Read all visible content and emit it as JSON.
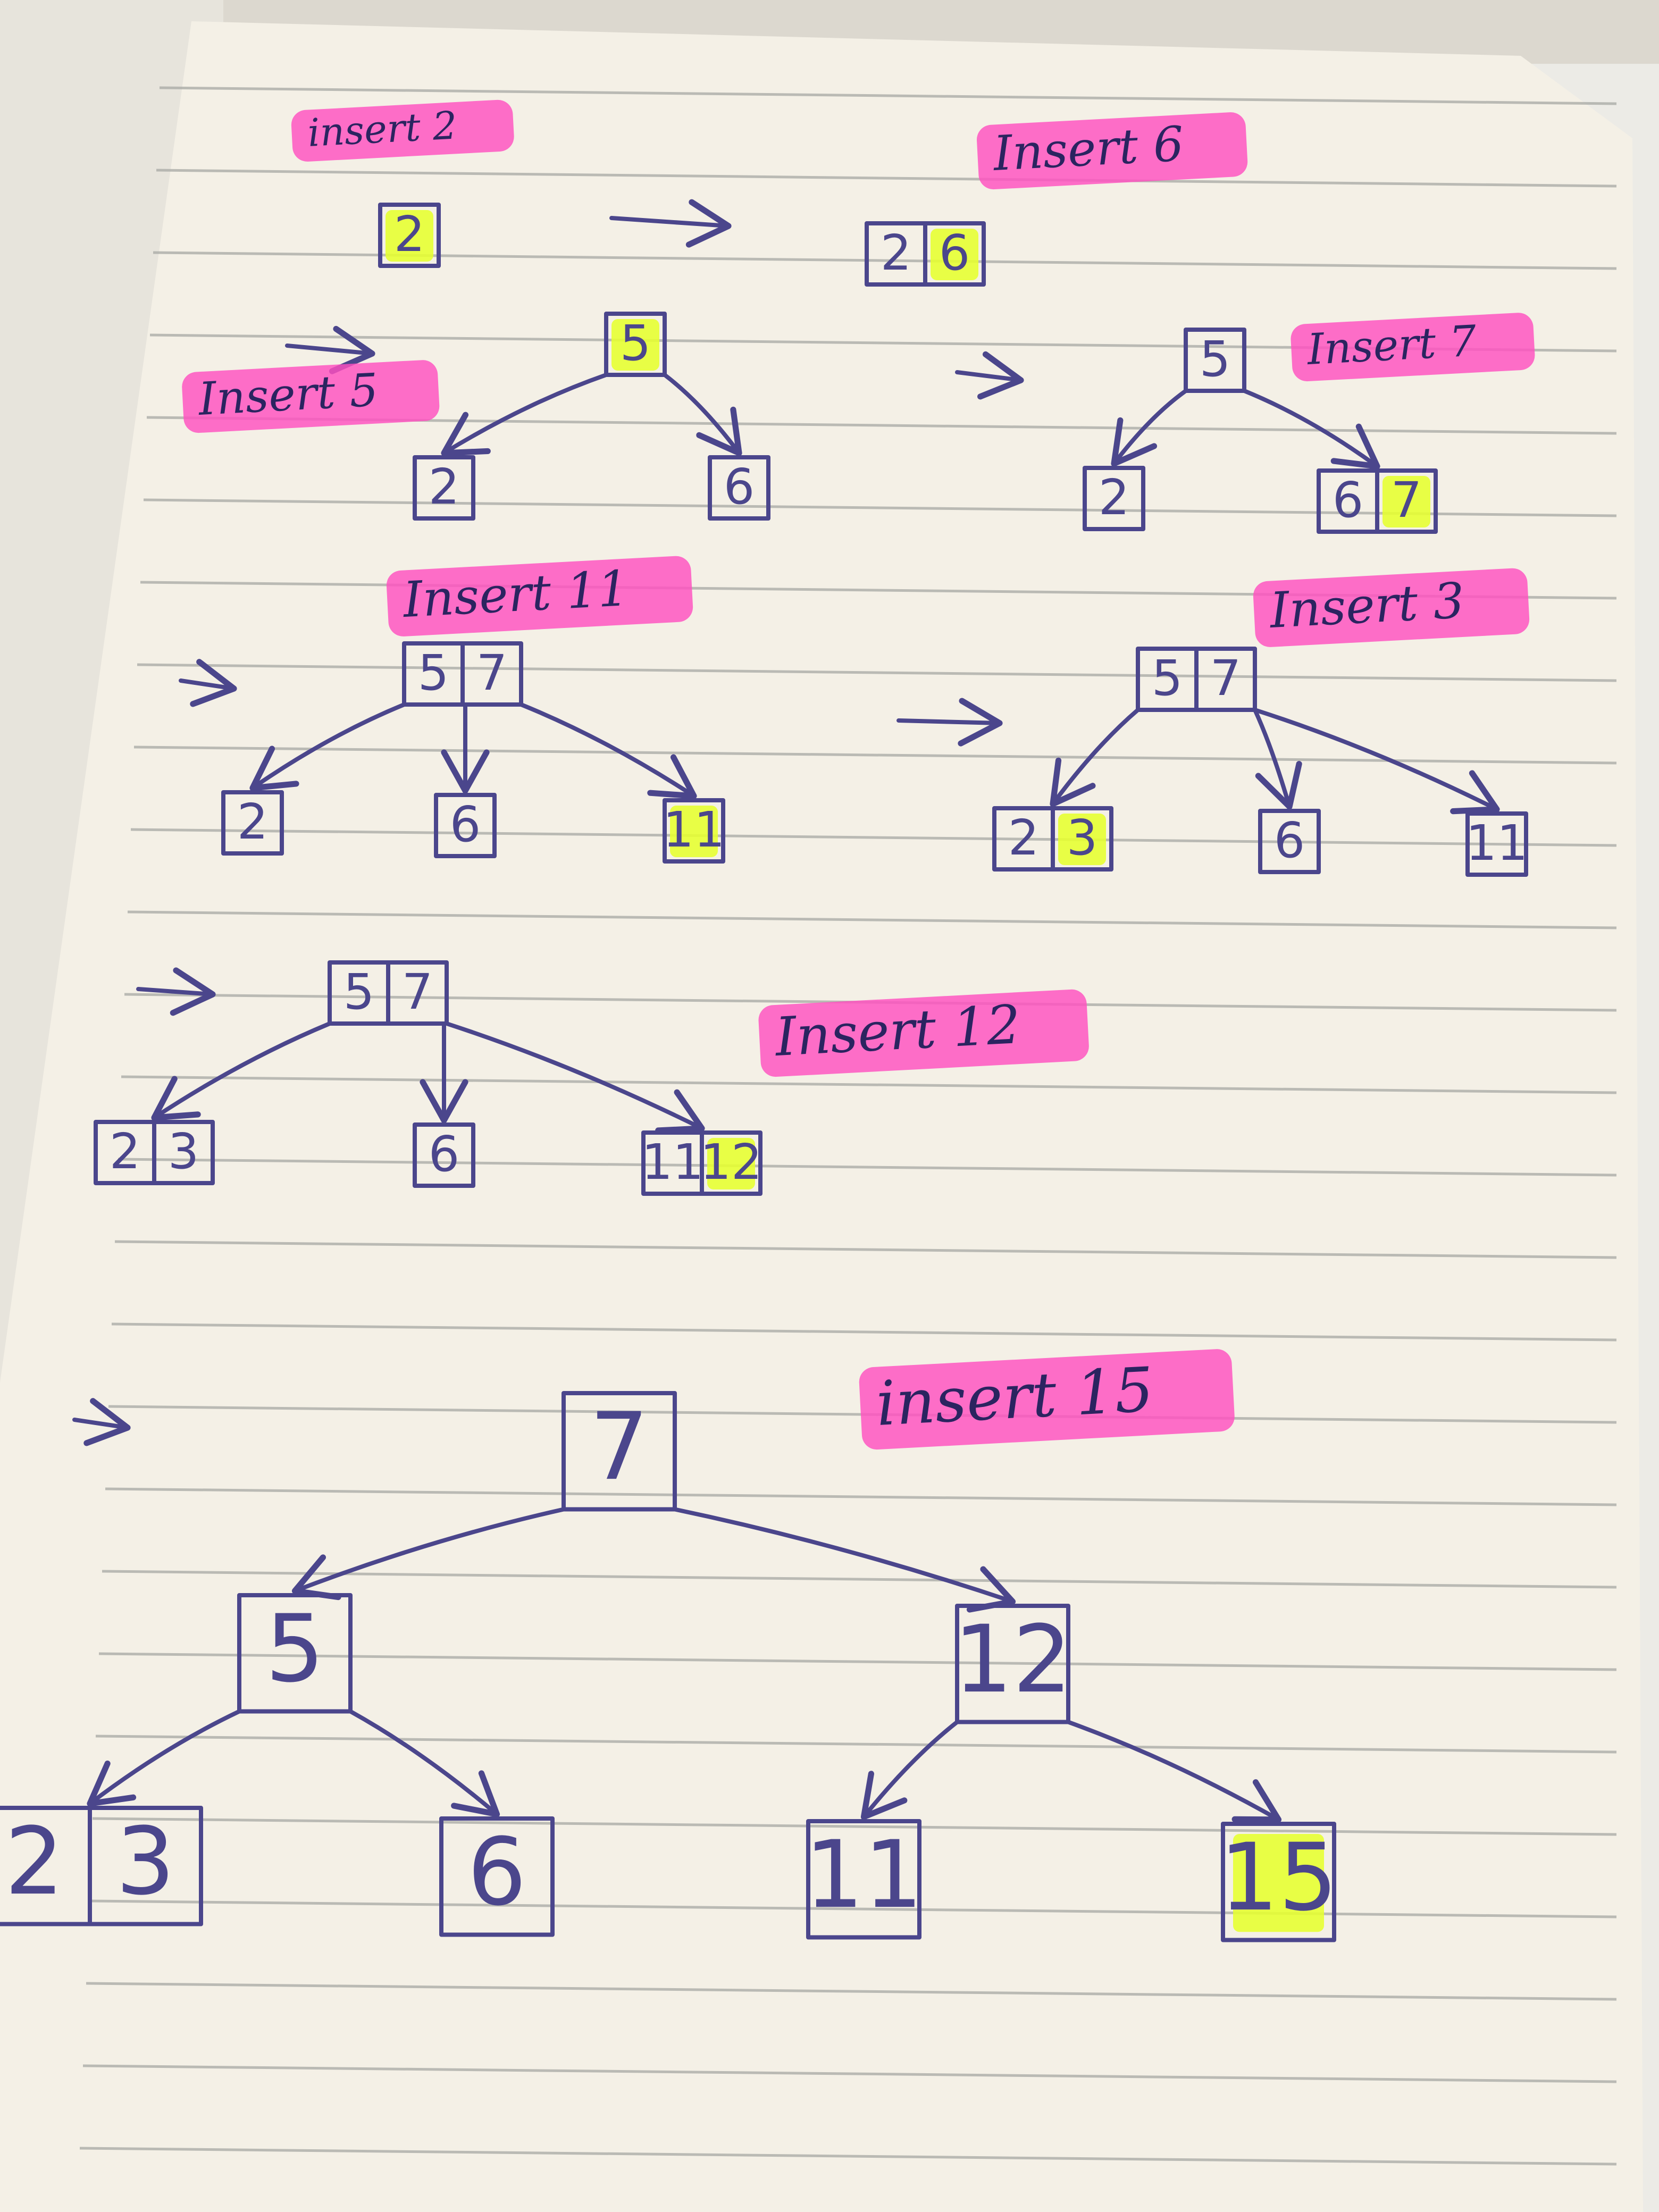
{
  "colors": {
    "ink": "#4b468c",
    "label_highlight": "#ff4fbf",
    "key_highlight": "#e6ff2f",
    "paper": "#f4f0e6",
    "rule": "#a7a9a4"
  },
  "steps": [
    {
      "label": "insert 2",
      "highlight_key": "2",
      "nodes": [
        [
          "2"
        ]
      ]
    },
    {
      "label": "Insert 6",
      "highlight_key": "6",
      "nodes": [
        [
          "2",
          "6"
        ]
      ]
    },
    {
      "label": "Insert 5",
      "highlight_key": "5",
      "nodes": [
        [
          "5"
        ],
        [
          "2"
        ],
        [
          "6"
        ]
      ]
    },
    {
      "label": "Insert 7",
      "highlight_key": "7",
      "nodes": [
        [
          "5"
        ],
        [
          "2"
        ],
        [
          "6",
          "7"
        ]
      ]
    },
    {
      "label": "Insert 11",
      "highlight_key": "11",
      "nodes": [
        [
          "5",
          "7"
        ],
        [
          "2"
        ],
        [
          "6"
        ],
        [
          "11"
        ]
      ]
    },
    {
      "label": "Insert 3",
      "highlight_key": "3",
      "nodes": [
        [
          "5",
          "7"
        ],
        [
          "2",
          "3"
        ],
        [
          "6"
        ],
        [
          "11"
        ]
      ]
    },
    {
      "label": "Insert 12",
      "highlight_key": "12",
      "nodes": [
        [
          "5",
          "7"
        ],
        [
          "2",
          "3"
        ],
        [
          "6"
        ],
        [
          "11",
          "12"
        ]
      ]
    },
    {
      "label": "insert 15",
      "highlight_key": "15",
      "nodes": [
        [
          "7"
        ],
        [
          "5"
        ],
        [
          "12"
        ],
        [
          "2",
          "3"
        ],
        [
          "6"
        ],
        [
          "11"
        ],
        [
          "15"
        ]
      ]
    }
  ]
}
